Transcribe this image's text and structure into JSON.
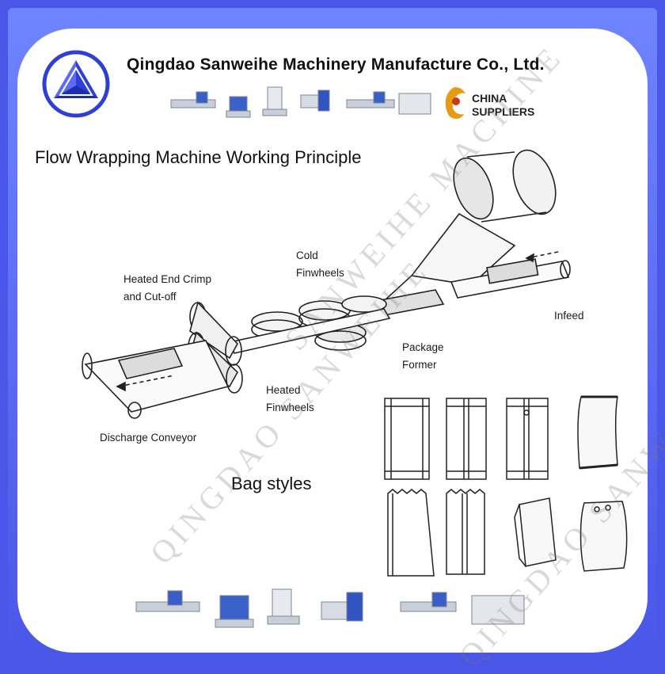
{
  "header": {
    "company_name": "Qingdao Sanweihe Machinery Manufacture Co., Ltd.",
    "badge_line1": "CHINA",
    "badge_line2": "SUPPLIERS"
  },
  "diagram": {
    "title": "Flow Wrapping Machine Working Principle",
    "labels": {
      "heated_end_crimp": "Heated End Crimp\nand Cut-off",
      "cold_finwheels": "Cold\nFinwheels",
      "infeed": "Infeed",
      "package_former": "Package\nFormer",
      "heated_finwheels": "Heated\nFinwheels",
      "discharge_conveyor": "Discharge Conveyor"
    },
    "bag_styles_label": "Bag styles"
  },
  "watermarks": {
    "diag1": "SANWEIHE MACHINE",
    "diag2": "QINGDAO SANWEIHE",
    "diag3": "QINGDAO SANWEIHE"
  },
  "colors": {
    "frame": "#4a56e8",
    "logo_blue": "#2f3fd6",
    "text": "#111111"
  }
}
